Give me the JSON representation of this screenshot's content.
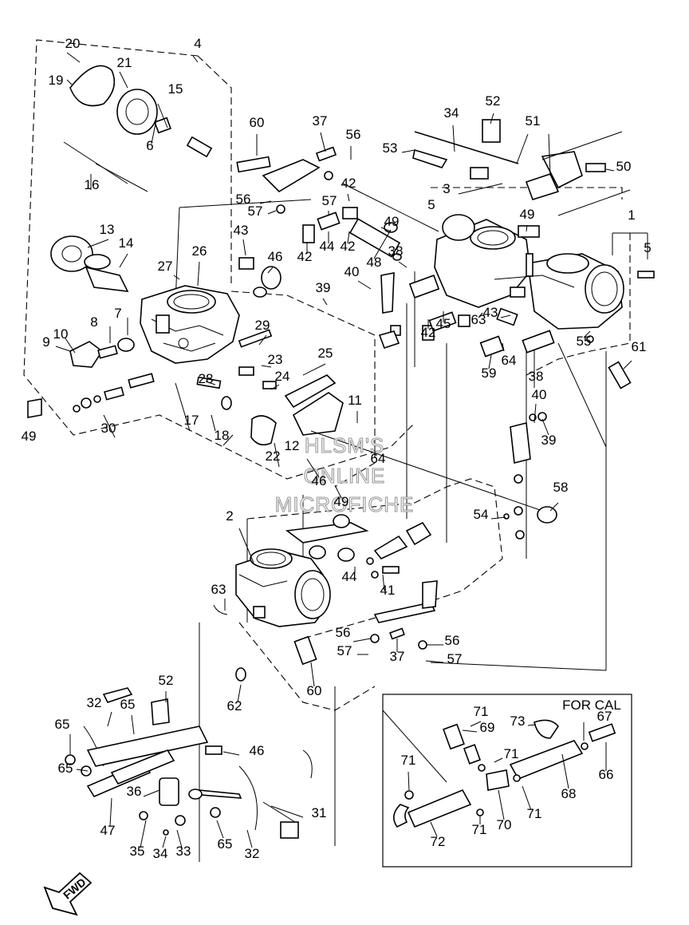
{
  "diagram": {
    "title": "",
    "watermark": [
      "HLSM'S",
      "ONLINE",
      "MICROFICHE"
    ],
    "for_cal_label": "FOR CAL",
    "fwd_label": "FWD",
    "callouts": [
      "1",
      "2",
      "3",
      "4",
      "5",
      "5",
      "6",
      "7",
      "8",
      "9",
      "10",
      "11",
      "12",
      "13",
      "14",
      "15",
      "16",
      "17",
      "18",
      "19",
      "20",
      "21",
      "22",
      "23",
      "24",
      "25",
      "26",
      "27",
      "28",
      "29",
      "30",
      "31",
      "32",
      "32",
      "33",
      "34",
      "34",
      "35",
      "36",
      "37",
      "37",
      "38",
      "38",
      "39",
      "39",
      "40",
      "40",
      "41",
      "42",
      "42",
      "42",
      "42",
      "43",
      "43",
      "44",
      "44",
      "45",
      "46",
      "46",
      "46",
      "47",
      "48",
      "49",
      "49",
      "49",
      "49",
      "50",
      "51",
      "52",
      "52",
      "53",
      "54",
      "55",
      "56",
      "56",
      "56",
      "56",
      "57",
      "57",
      "57",
      "57",
      "58",
      "59",
      "60",
      "60",
      "61",
      "62",
      "63",
      "63",
      "64",
      "64",
      "65",
      "65",
      "65",
      "65",
      "66",
      "67",
      "68",
      "69",
      "70",
      "71",
      "71",
      "71",
      "71",
      "71",
      "72",
      "73"
    ]
  }
}
